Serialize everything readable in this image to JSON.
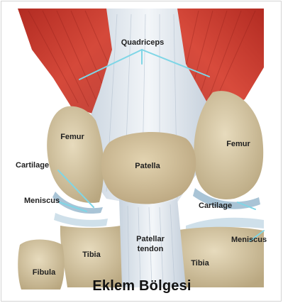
{
  "labels": {
    "quadriceps": "Quadriceps",
    "femur_left": "Femur",
    "femur_right": "Femur",
    "cartilage_left": "Cartilage",
    "patella": "Patella",
    "meniscus_left": "Meniscus",
    "cartilage_right": "Cartilage",
    "patellar_tendon": "Patellar tendon",
    "meniscus_right": "Meniscus",
    "tibia_left": "Tibia",
    "tibia_right": "Tibia",
    "fibula": "Fibula"
  },
  "caption": "Eklem Bölgesi",
  "colors": {
    "muscle": "#c8392b",
    "bone": "#d9c9a6",
    "tendon": "#e6ecf2",
    "leader": "#7fd6e6",
    "background": "#ffffff"
  }
}
